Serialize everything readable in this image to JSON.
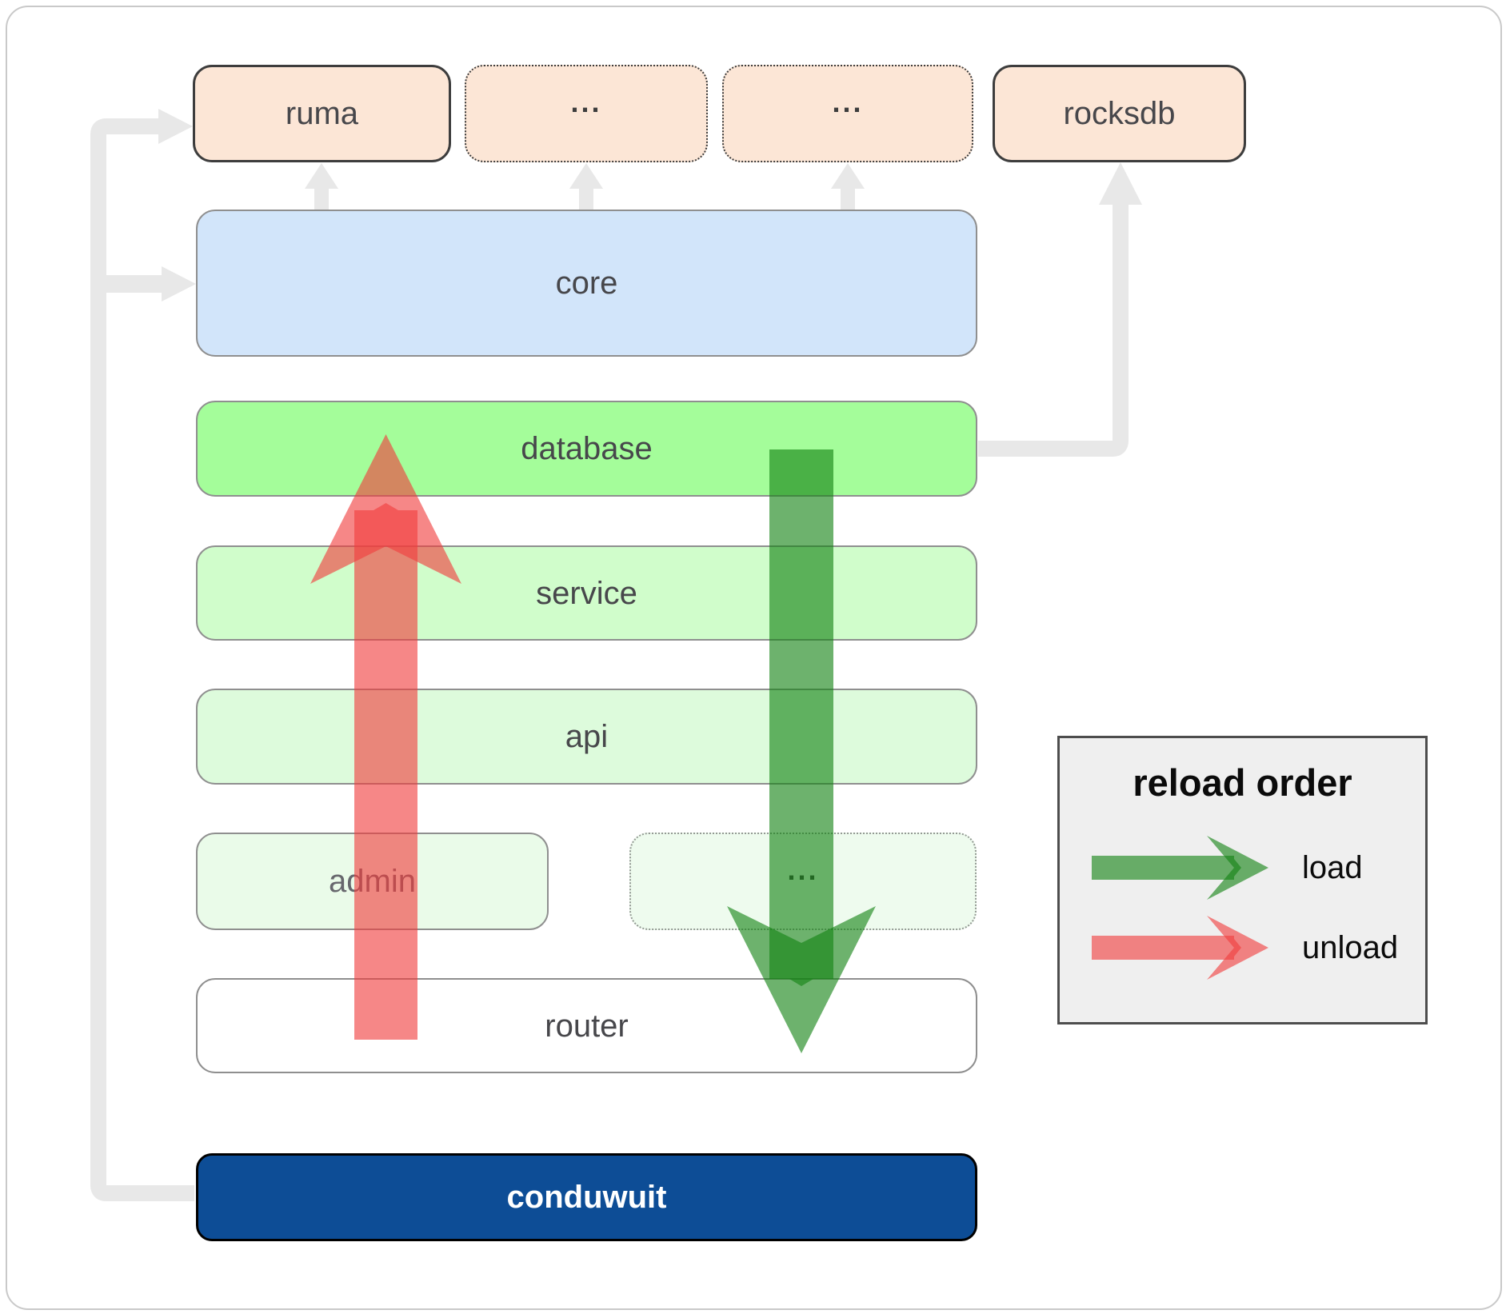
{
  "diagram": {
    "nodes": {
      "ruma": {
        "label": "ruma"
      },
      "dep2": {
        "label": "..."
      },
      "dep3": {
        "label": "..."
      },
      "rocksdb": {
        "label": "rocksdb"
      },
      "core": {
        "label": "core"
      },
      "database": {
        "label": "database"
      },
      "service": {
        "label": "service"
      },
      "api": {
        "label": "api"
      },
      "admin": {
        "label": "admin"
      },
      "workers": {
        "label": "..."
      },
      "router": {
        "label": "router"
      },
      "conduwuit": {
        "label": "conduwuit"
      }
    }
  },
  "legend": {
    "title": "reload order",
    "load_label": "load",
    "unload_label": "unload"
  },
  "colors": {
    "peach": "#fce6d6",
    "core-blue": "#d2e5fa",
    "db-green": "#a4fd9a",
    "service-green": "#d0fdcb",
    "api-green": "#ddfbdc",
    "admin-green": "#eafbe9",
    "workers-green": "#eefbee",
    "conduwuit-blue": "#0d4d96",
    "connector-gray": "#e8e8e8",
    "arrow-green": "rgba(20,130,20,0.62)",
    "arrow-red": "rgba(240,62,62,0.62)",
    "label-dark": "#47474b",
    "label-admin": "#67676d",
    "legend-bg": "#efefef"
  }
}
